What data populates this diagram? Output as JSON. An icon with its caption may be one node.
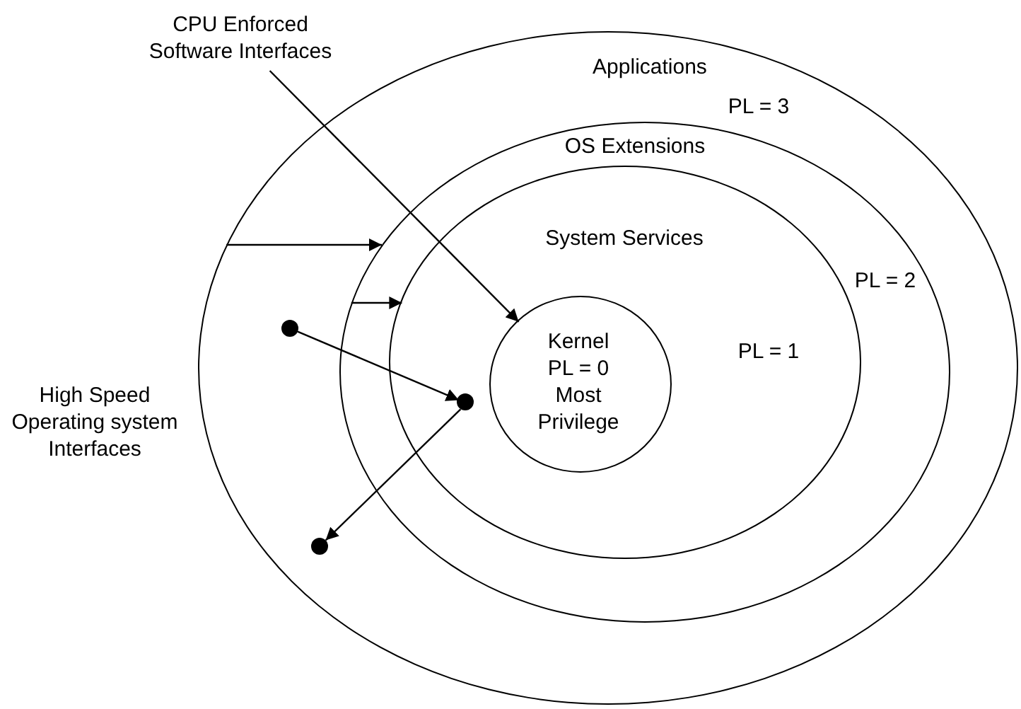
{
  "diagram": {
    "nodes": [
      {
        "text": [
          "Applications",
          "PL = 3"
        ]
      },
      {
        "text": [
          "OS Extensions",
          "PL = 2"
        ],
        "in": 0
      },
      {
        "text": [
          "System Services",
          "PL = 1"
        ],
        "in": 1
      },
      {
        "text": [
          "Kernel PL = 0 Most Privilege"
        ],
        "in": 2
      },
      {
        "text": [
          "CPU Enforced Software Interfaces"
        ]
      },
      {
        "text": [],
        "shape": "circle",
        "in": 0
      },
      {
        "text": [],
        "shape": "circle",
        "in": 2
      },
      {
        "text": [],
        "shape": "circle",
        "in": 0
      }
    ],
    "edges": [
      {
        "from": 4,
        "to": 3,
        "arrow": "to"
      },
      {
        "from": 0,
        "to": 1,
        "arrow": "to"
      },
      {
        "from": 1,
        "to": 2,
        "arrow": "to"
      },
      {
        "from": 5,
        "to": 6,
        "arrow": "to"
      },
      {
        "from": 6,
        "to": 7,
        "arrow": "to"
      }
    ],
    "labels": [
      "High Speed Operating system Interfaces"
    ]
  }
}
